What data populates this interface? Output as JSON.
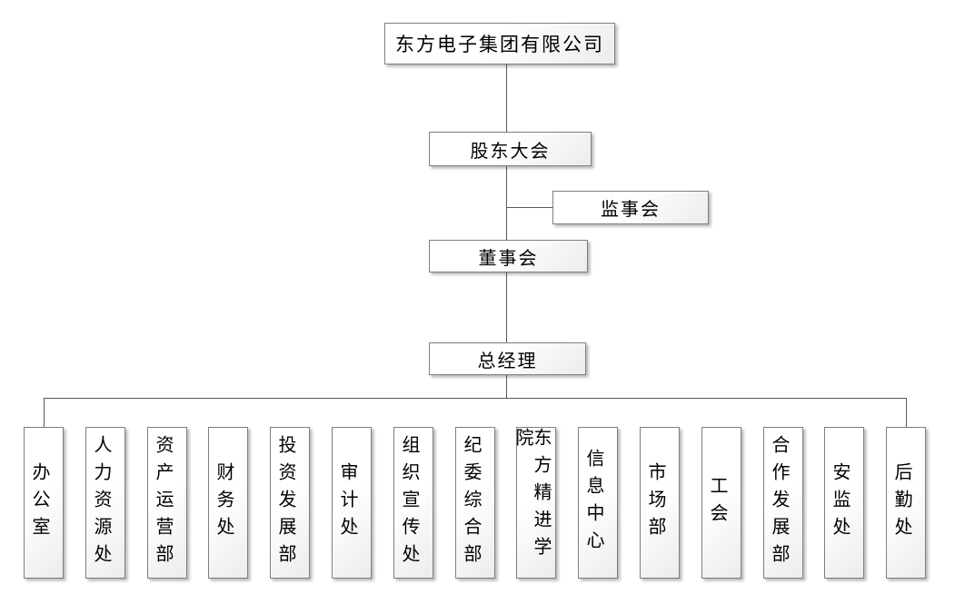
{
  "org_chart": {
    "company": "东方电子集团有限公司",
    "governance": {
      "shareholders_meeting": "股东大会",
      "supervisory_board": "监事会",
      "board_of_directors": "董事会",
      "general_manager": "总经理"
    },
    "departments": [
      "办公室",
      "人力资源处",
      "资产运营部",
      "财务处",
      "投资发展部",
      "审计处",
      "组织宣传处",
      "纪委综合部",
      "东方精进学院",
      "信息中心",
      "市场部",
      "工会",
      "合作发展部",
      "安监处",
      "后勤处"
    ],
    "hierarchy": {
      "东方电子集团有限公司": [
        "股东大会"
      ],
      "股东大会": [
        "监事会",
        "董事会"
      ],
      "董事会": [
        "总经理"
      ],
      "总经理": [
        "办公室",
        "人力资源处",
        "资产运营部",
        "财务处",
        "投资发展部",
        "审计处",
        "组织宣传处",
        "纪委综合部",
        "东方精进学院",
        "信息中心",
        "市场部",
        "工会",
        "合作发展部",
        "安监处",
        "后勤处"
      ]
    },
    "colors": {
      "background": "#ffffff",
      "box_border": "#7f7f7f",
      "box_fill_top": "#ffffff",
      "box_fill_bottom": "#ececec",
      "connector": "#595959",
      "text": "#000000"
    }
  }
}
